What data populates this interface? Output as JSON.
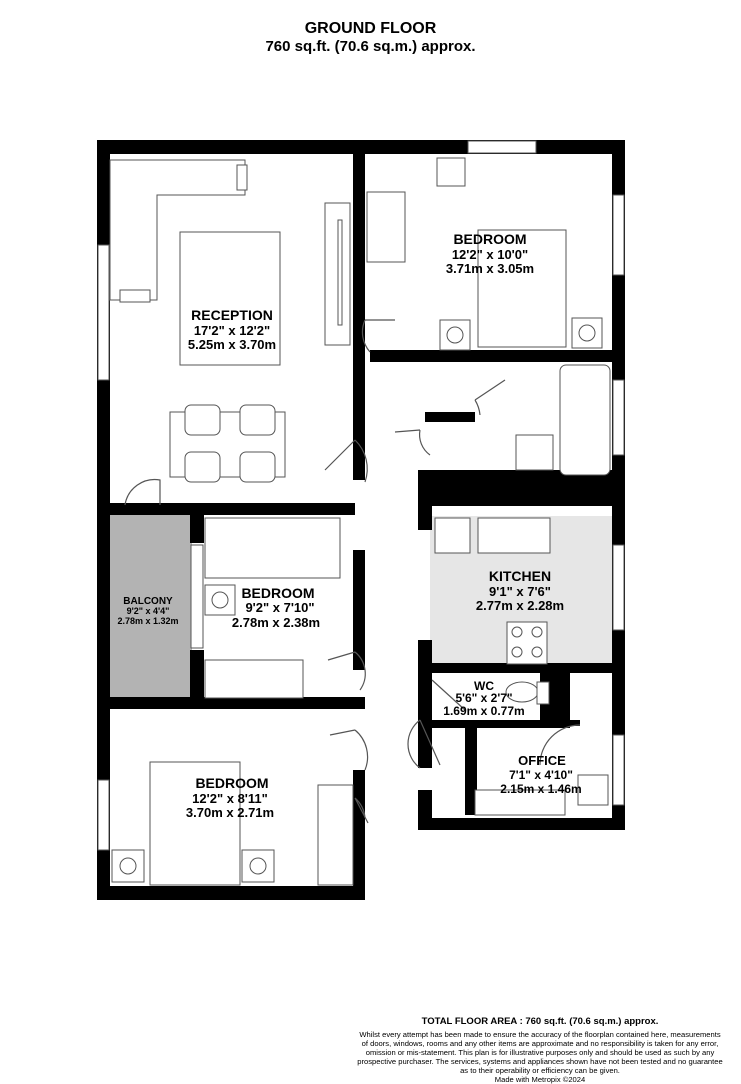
{
  "header": {
    "floor_name": "GROUND FLOOR",
    "floor_area": "760 sq.ft. (70.6 sq.m.) approx."
  },
  "rooms": {
    "reception": {
      "name": "RECEPTION",
      "imperial": "17'2\"  x 12'2\"",
      "metric": "5.25m  x 3.70m"
    },
    "bedroom_1": {
      "name": "BEDROOM",
      "imperial": "12'2\"  x 10'0\"",
      "metric": "3.71m  x 3.05m"
    },
    "bedroom_2": {
      "name": "BEDROOM",
      "imperial": "9'2\"  x 7'10\"",
      "metric": "2.78m  x 2.38m"
    },
    "bedroom_3": {
      "name": "BEDROOM",
      "imperial": "12'2\"  x 8'11\"",
      "metric": "3.70m  x 2.71m"
    },
    "balcony": {
      "name": "BALCONY",
      "imperial": "9'2\"  x 4'4\"",
      "metric": "2.78m  x 1.32m"
    },
    "kitchen": {
      "name": "KITCHEN",
      "imperial": "9'1\"  x 7'6\"",
      "metric": "2.77m  x 2.28m"
    },
    "wc": {
      "name": "WC",
      "imperial": "5'6\"  x 2'7\"",
      "metric": "1.69m  x 0.77m"
    },
    "office": {
      "name": "OFFICE",
      "imperial": "7'1\"  x 4'10\"",
      "metric": "2.15m  x 1.46m"
    }
  },
  "footer": {
    "total_area": "TOTAL FLOOR AREA : 760 sq.ft. (70.6 sq.m.) approx.",
    "disclaimer_lines": [
      "Whilst every attempt has been made to ensure the accuracy of the floorplan contained here, measurements",
      "of doors, windows, rooms and any other items are approximate and no responsibility is taken for any error,",
      "omission or mis-statement. This plan is for illustrative purposes only and should be used as such by any",
      "prospective purchaser. The services, systems and appliances shown have not been tested and no guarantee",
      "as to their operability or efficiency can be given."
    ],
    "credit": "Made with Metropix ©2024"
  },
  "colors": {
    "wall": "#000000",
    "balcony_fill": "#b3b3b3",
    "kitchen_fill": "#e6e6e6",
    "line": "#555555"
  }
}
